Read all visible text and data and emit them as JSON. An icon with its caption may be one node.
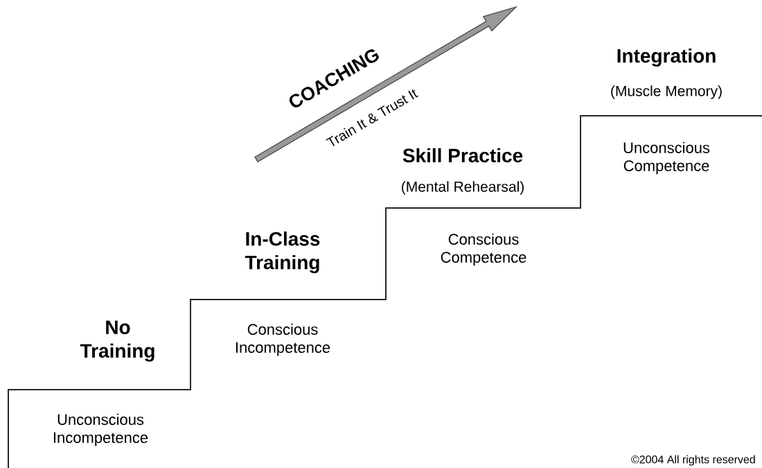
{
  "diagram": {
    "labels": [
      "COACHING",
      "Train It & Trust It",
      "Integration",
      "(Muscle Memory)",
      "Skill Practice",
      "(Mental Rehearsal)",
      "Unconscious Competence",
      "In-Class Training",
      "Conscious Competence",
      "No Training",
      "Conscious Incompetence",
      "Unconscious Incompetence",
      "©2004 All rights reserved"
    ]
  }
}
